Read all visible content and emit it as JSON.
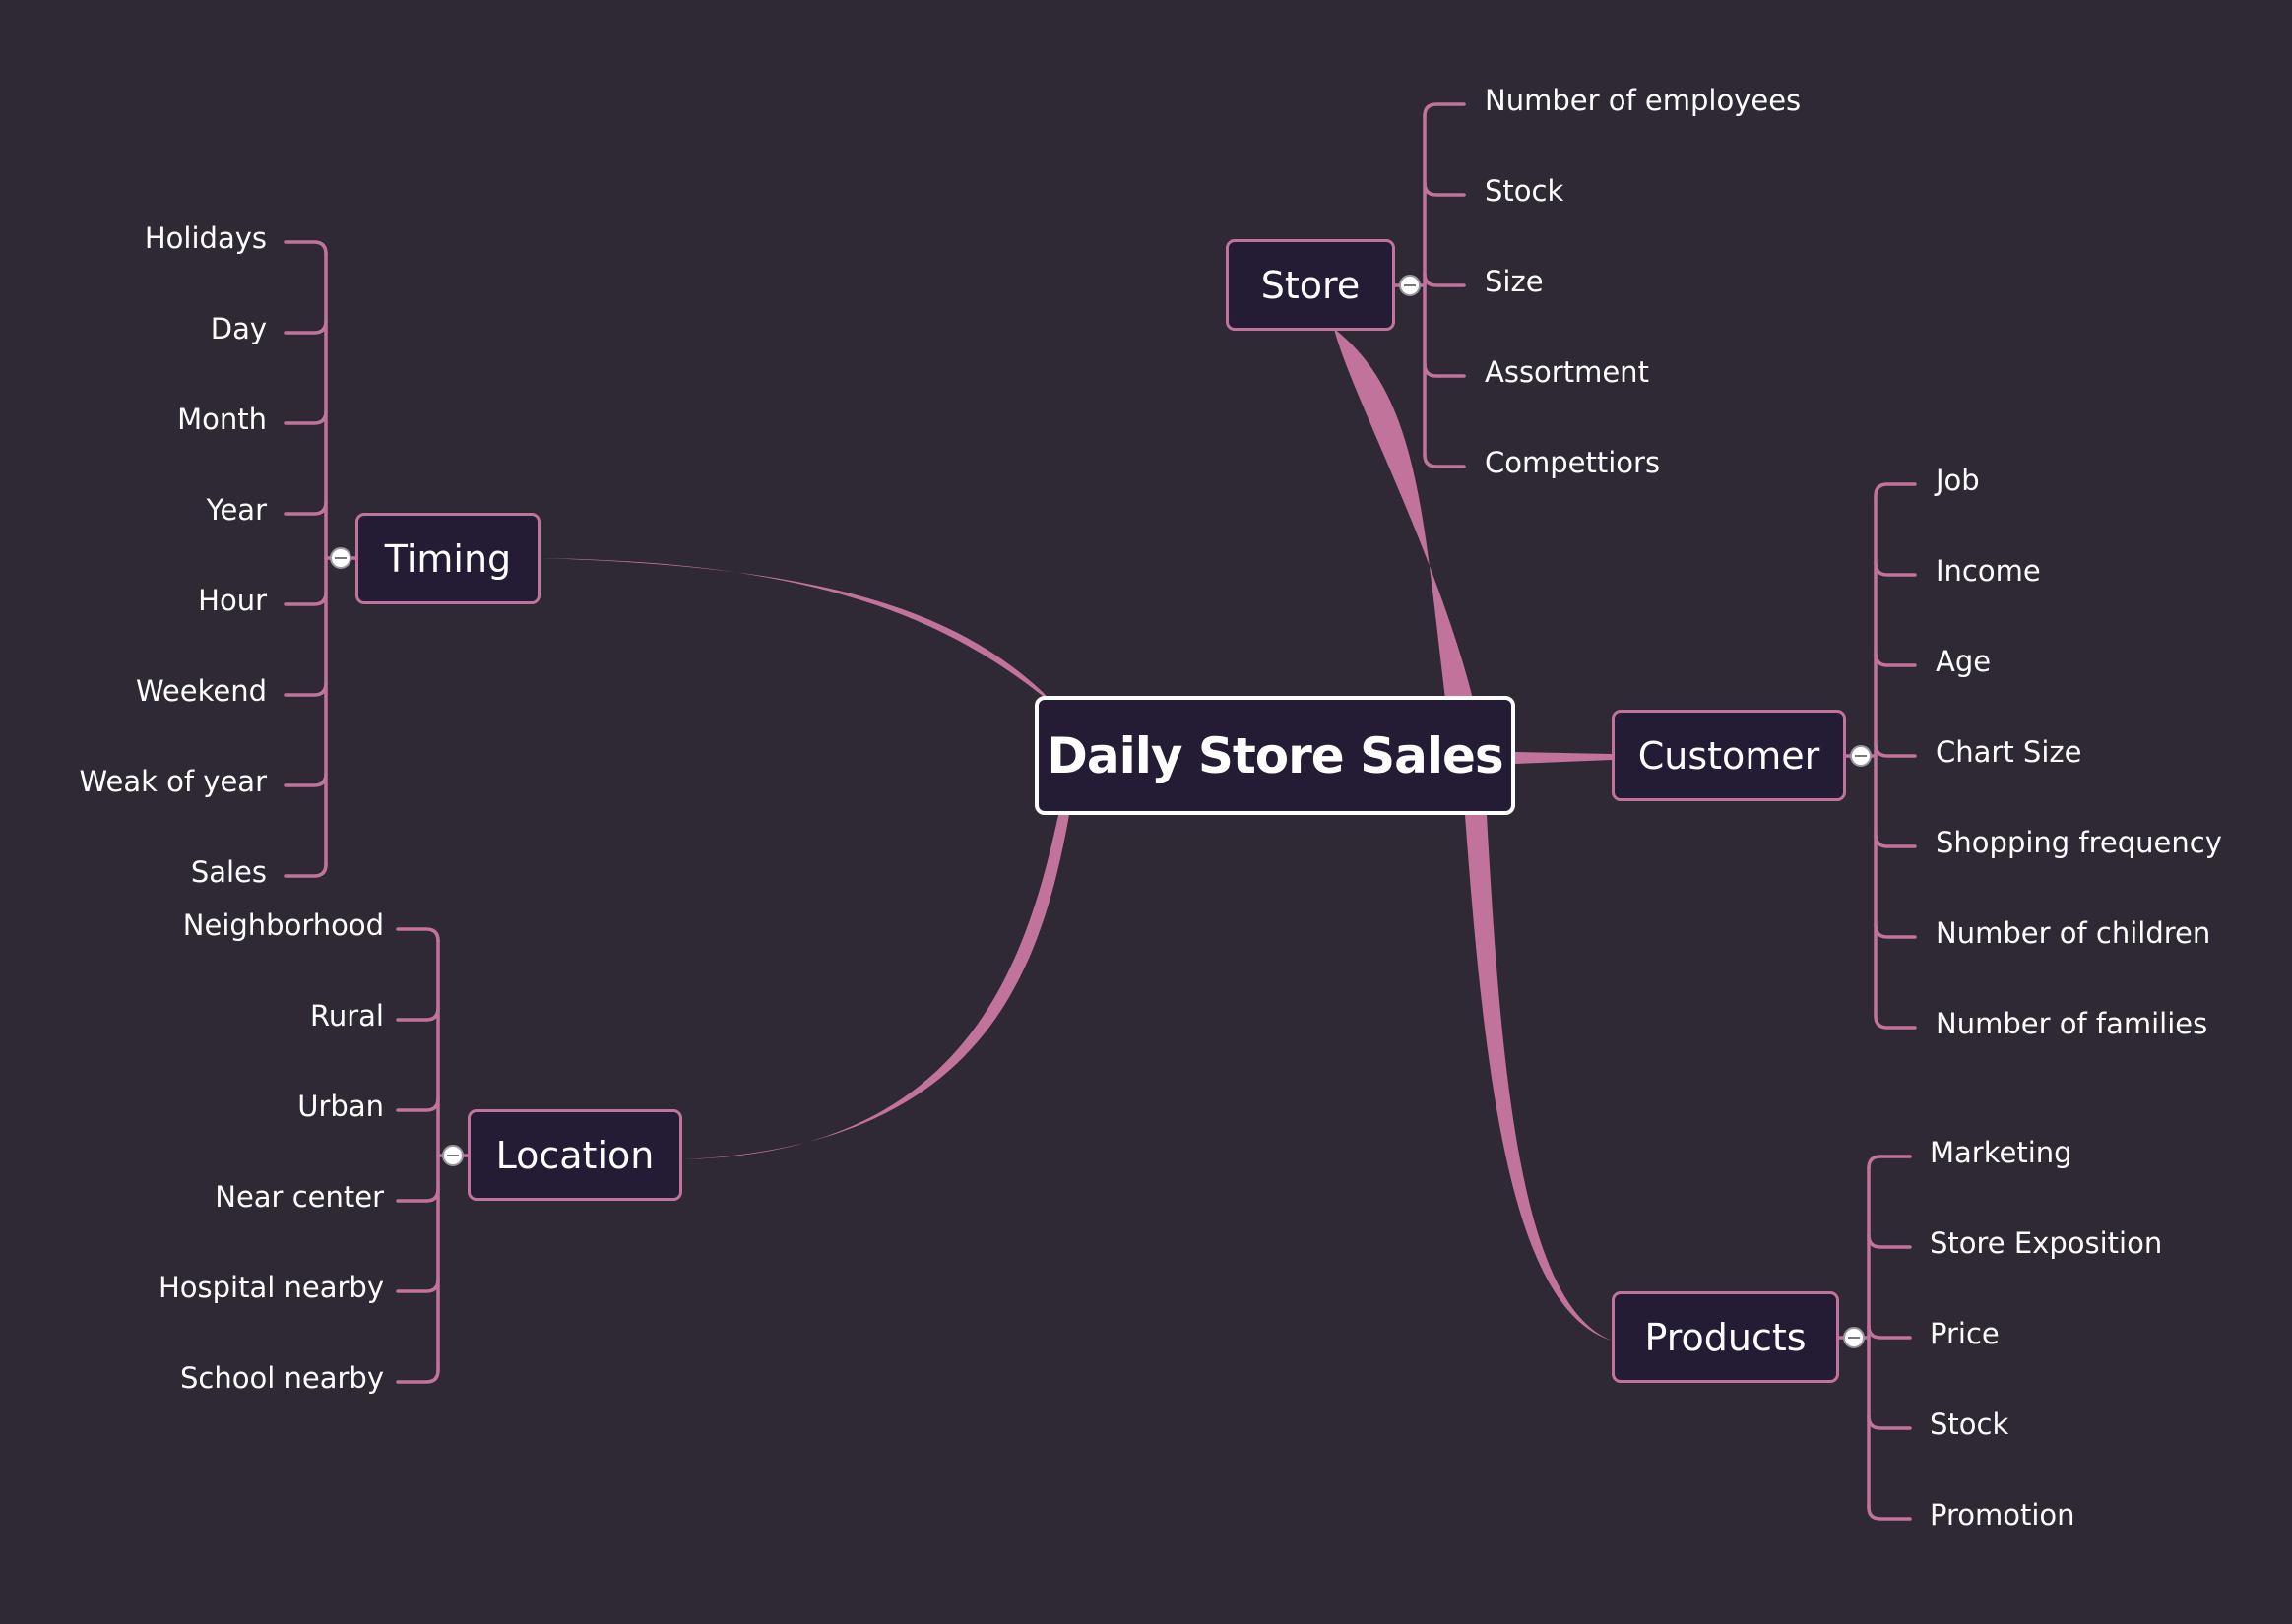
{
  "colors": {
    "background": "#2e2935",
    "branch": "#c2739c",
    "node_fill": "#241b34",
    "central_border": "#ffffff",
    "text": "#ffffff"
  },
  "central": {
    "label": "Daily Store Sales"
  },
  "branches": [
    {
      "key": "store",
      "label": "Store",
      "side": "right",
      "collapse_icon": "minus-circle-icon",
      "children": [
        "Number of employees",
        "Stock",
        "Size",
        "Assortment",
        "Compettiors"
      ]
    },
    {
      "key": "timing",
      "label": "Timing",
      "side": "left",
      "collapse_icon": "minus-circle-icon",
      "children": [
        "Holidays",
        "Day",
        "Month",
        "Year",
        "Hour",
        "Weekend",
        "Weak of year",
        "Sales"
      ]
    },
    {
      "key": "customer",
      "label": "Customer",
      "side": "right",
      "collapse_icon": "minus-circle-icon",
      "children": [
        "Job",
        "Income",
        "Age",
        "Chart Size",
        "Shopping frequency",
        "Number of children",
        "Number of families"
      ]
    },
    {
      "key": "location",
      "label": "Location",
      "side": "left",
      "collapse_icon": "minus-circle-icon",
      "children": [
        "Neighborhood",
        "Rural",
        "Urban",
        "Near center",
        "Hospital nearby",
        "School nearby"
      ]
    },
    {
      "key": "products",
      "label": "Products",
      "side": "right",
      "collapse_icon": "minus-circle-icon",
      "children": [
        "Marketing",
        "Store Exposition",
        "Price",
        "Stock",
        "Promotion"
      ]
    }
  ]
}
